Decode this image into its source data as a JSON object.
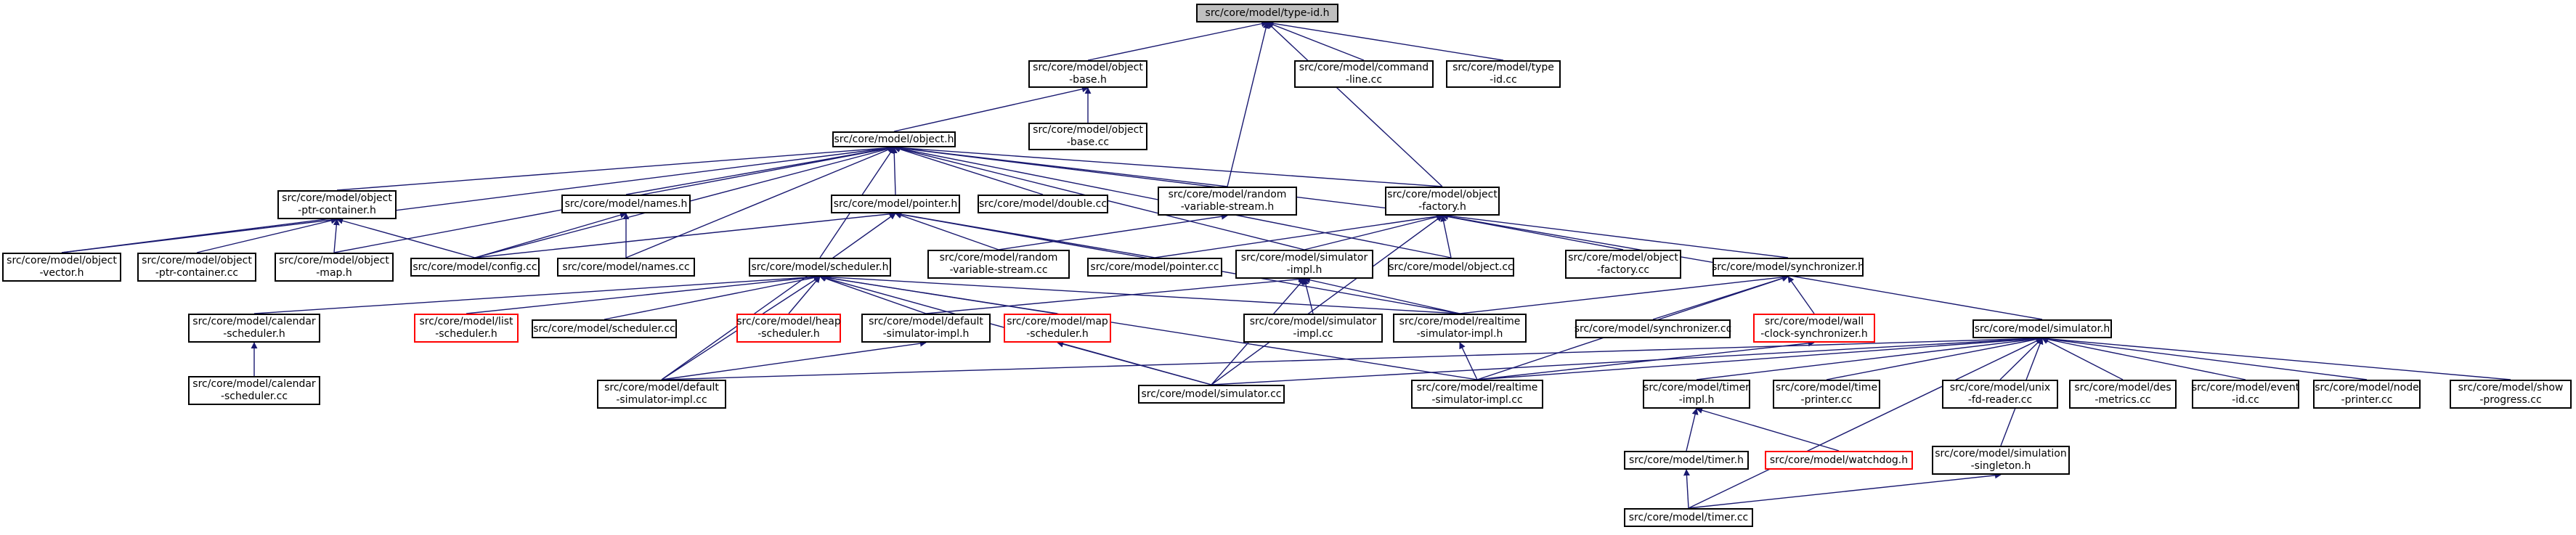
{
  "graph": {
    "nodes": {
      "n_type_id_h": "src/core/model/type-id.h",
      "n_object_base_h": "src/core/model/object\n-base.h",
      "n_command_line_cc": "src/core/model/command\n-line.cc",
      "n_type_id_cc": "src/core/model/type\n-id.cc",
      "n_object_base_cc": "src/core/model/object\n-base.cc",
      "n_object_h": "src/core/model/object.h",
      "n_object_ptr_container_h": "src/core/model/object\n-ptr-container.h",
      "n_names_h": "src/core/model/names.h",
      "n_pointer_h": "src/core/model/pointer.h",
      "n_double_cc": "src/core/model/double.cc",
      "n_random_variable_stream_h": "src/core/model/random\n-variable-stream.h",
      "n_object_factory_h": "src/core/model/object\n-factory.h",
      "n_object_vector_h": "src/core/model/object\n-vector.h",
      "n_object_ptr_container_cc": "src/core/model/object\n-ptr-container.cc",
      "n_object_map_h": "src/core/model/object\n-map.h",
      "n_config_cc": "src/core/model/config.cc",
      "n_names_cc": "src/core/model/names.cc",
      "n_scheduler_h": "src/core/model/scheduler.h",
      "n_random_variable_stream_cc": "src/core/model/random\n-variable-stream.cc",
      "n_pointer_cc": "src/core/model/pointer.cc",
      "n_simulator_impl_h": "src/core/model/simulator\n-impl.h",
      "n_object_cc": "src/core/model/object.cc",
      "n_object_factory_cc": "src/core/model/object\n-factory.cc",
      "n_synchronizer_h": "src/core/model/synchronizer.h",
      "n_calendar_scheduler_h": "src/core/model/calendar\n-scheduler.h",
      "n_list_scheduler_h": "src/core/model/list\n-scheduler.h",
      "n_scheduler_cc": "src/core/model/scheduler.cc",
      "n_heap_scheduler_h": "src/core/model/heap\n-scheduler.h",
      "n_default_simulator_impl_h": "src/core/model/default\n-simulator-impl.h",
      "n_map_scheduler_h": "src/core/model/map\n-scheduler.h",
      "n_simulator_impl_cc": "src/core/model/simulator\n-impl.cc",
      "n_realtime_simulator_impl_h": "src/core/model/realtime\n-simulator-impl.h",
      "n_synchronizer_cc": "src/core/model/synchronizer.cc",
      "n_wall_clock_synchronizer_h": "src/core/model/wall\n-clock-synchronizer.h",
      "n_simulator_h": "src/core/model/simulator.h",
      "n_calendar_scheduler_cc": "src/core/model/calendar\n-scheduler.cc",
      "n_default_simulator_impl_cc": "src/core/model/default\n-simulator-impl.cc",
      "n_simulator_cc": "src/core/model/simulator.cc",
      "n_realtime_simulator_impl_cc": "src/core/model/realtime\n-simulator-impl.cc",
      "n_timer_impl_h": "src/core/model/timer\n-impl.h",
      "n_time_printer_cc": "src/core/model/time\n-printer.cc",
      "n_unix_fd_reader_cc": "src/core/model/unix\n-fd-reader.cc",
      "n_des_metrics_cc": "src/core/model/des\n-metrics.cc",
      "n_event_id_cc": "src/core/model/event\n-id.cc",
      "n_node_printer_cc": "src/core/model/node\n-printer.cc",
      "n_show_progress_cc": "src/core/model/show\n-progress.cc",
      "n_timer_h": "src/core/model/timer.h",
      "n_watchdog_h": "src/core/model/watchdog.h",
      "n_simulation_singleton_h": "src/core/model/simulation\n-singleton.h",
      "n_timer_cc": "src/core/model/timer.cc"
    },
    "colors": {
      "edge": "#191970",
      "root_fill": "#bfbfbf",
      "border": "#000000",
      "unresolved_border": "#ff0000"
    }
  }
}
